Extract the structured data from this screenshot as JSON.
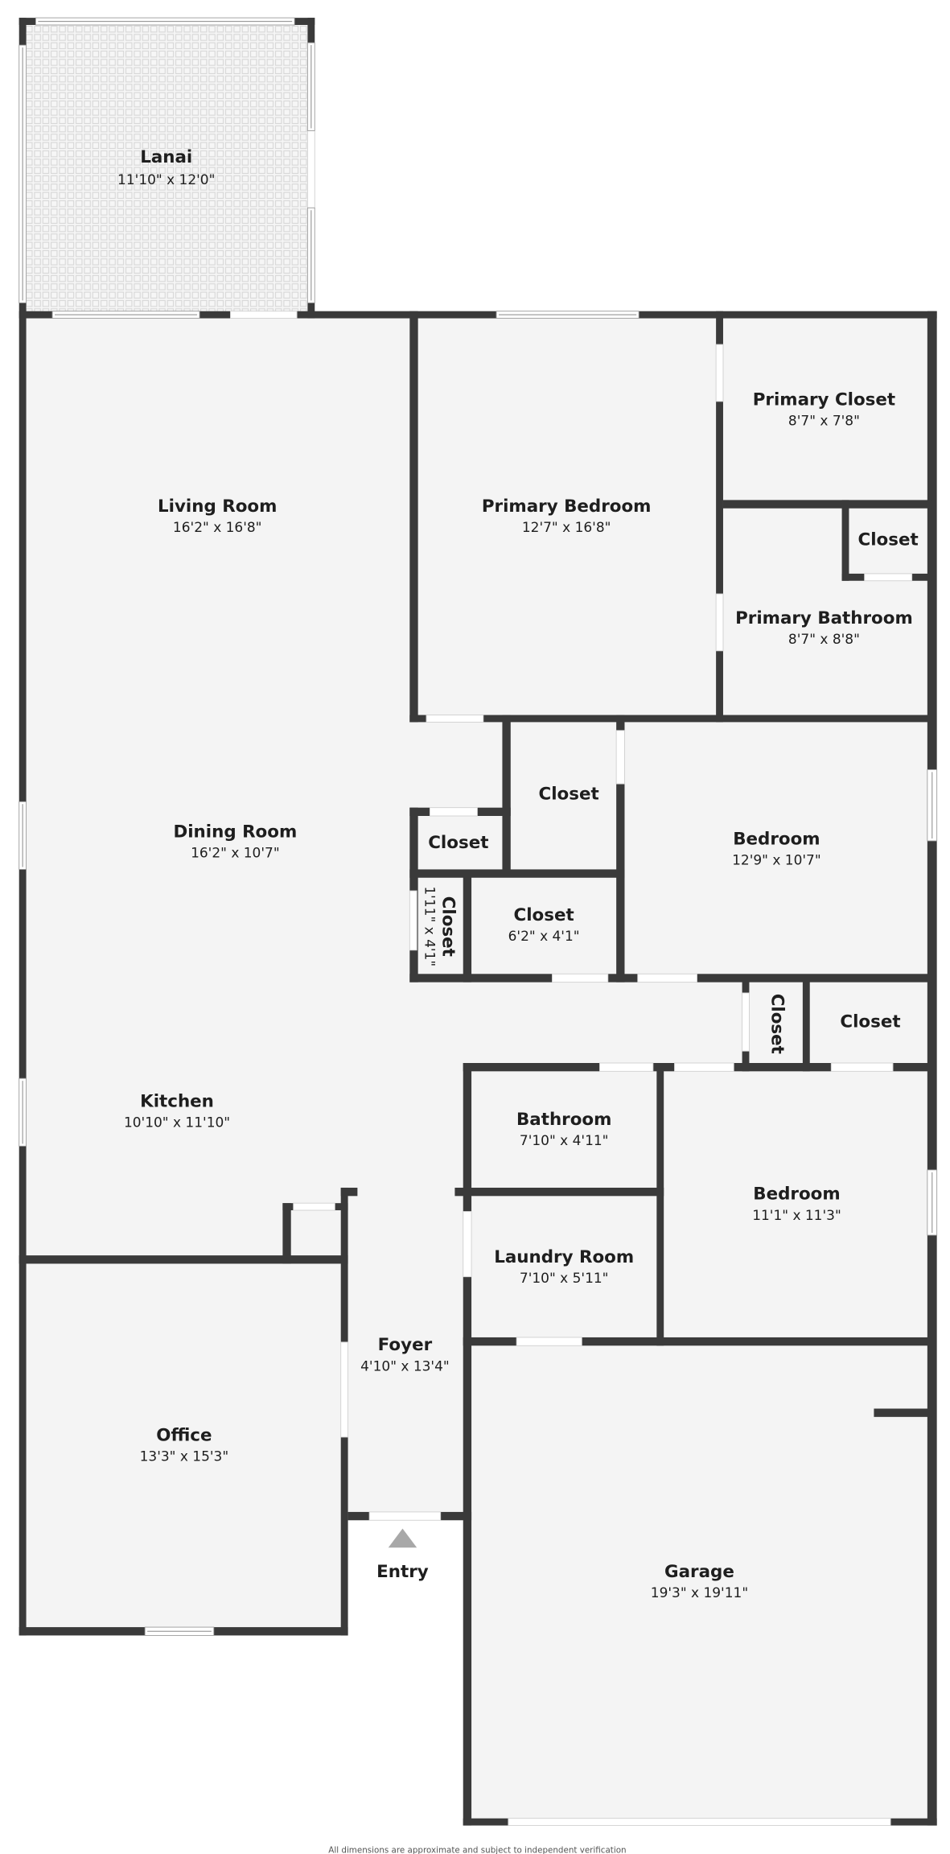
{
  "title": "Floor Plan",
  "rooms": {
    "lanai": {
      "name": "Lanai",
      "dims": "11'10\" x 12'0\""
    },
    "living": {
      "name": "Living Room",
      "dims": "16'2\" x 16'8\""
    },
    "primary_bedroom": {
      "name": "Primary Bedroom",
      "dims": "12'7\" x 16'8\""
    },
    "primary_closet": {
      "name": "Primary Closet",
      "dims": "8'7\" x 7'8\""
    },
    "pb_closet": {
      "name": "Closet"
    },
    "primary_bathroom": {
      "name": "Primary Bathroom",
      "dims": "8'7\" x 8'8\""
    },
    "closet_a": {
      "name": "Closet"
    },
    "dining": {
      "name": "Dining Room",
      "dims": "16'2\" x 10'7\""
    },
    "closet_b": {
      "name": "Closet"
    },
    "bedroom1": {
      "name": "Bedroom",
      "dims": "12'9\" x 10'7\""
    },
    "closet_narrow": {
      "name": "Closet",
      "dims": "1'11\" x 4'1\""
    },
    "closet_c": {
      "name": "Closet",
      "dims": "6'2\" x 4'1\""
    },
    "closet_vert": {
      "name": "Closet"
    },
    "closet_d": {
      "name": "Closet"
    },
    "kitchen": {
      "name": "Kitchen",
      "dims": "10'10\" x 11'10\""
    },
    "bathroom": {
      "name": "Bathroom",
      "dims": "7'10\" x 4'11\""
    },
    "bedroom2": {
      "name": "Bedroom",
      "dims": "11'1\" x 11'3\""
    },
    "laundry": {
      "name": "Laundry Room",
      "dims": "7'10\" x 5'11\""
    },
    "foyer": {
      "name": "Foyer",
      "dims": "4'10\" x 13'4\""
    },
    "office": {
      "name": "Office",
      "dims": "13'3\" x 15'3\""
    },
    "garage": {
      "name": "Garage",
      "dims": "19'3\" x 19'11\""
    }
  },
  "entry": {
    "label": "Entry"
  },
  "footer": "All dimensions are approximate and subject to independent verification",
  "colors": {
    "wall": "#3a3a3a",
    "floor": "#f4f4f4",
    "entry_arrow": "#a8a8a8"
  }
}
